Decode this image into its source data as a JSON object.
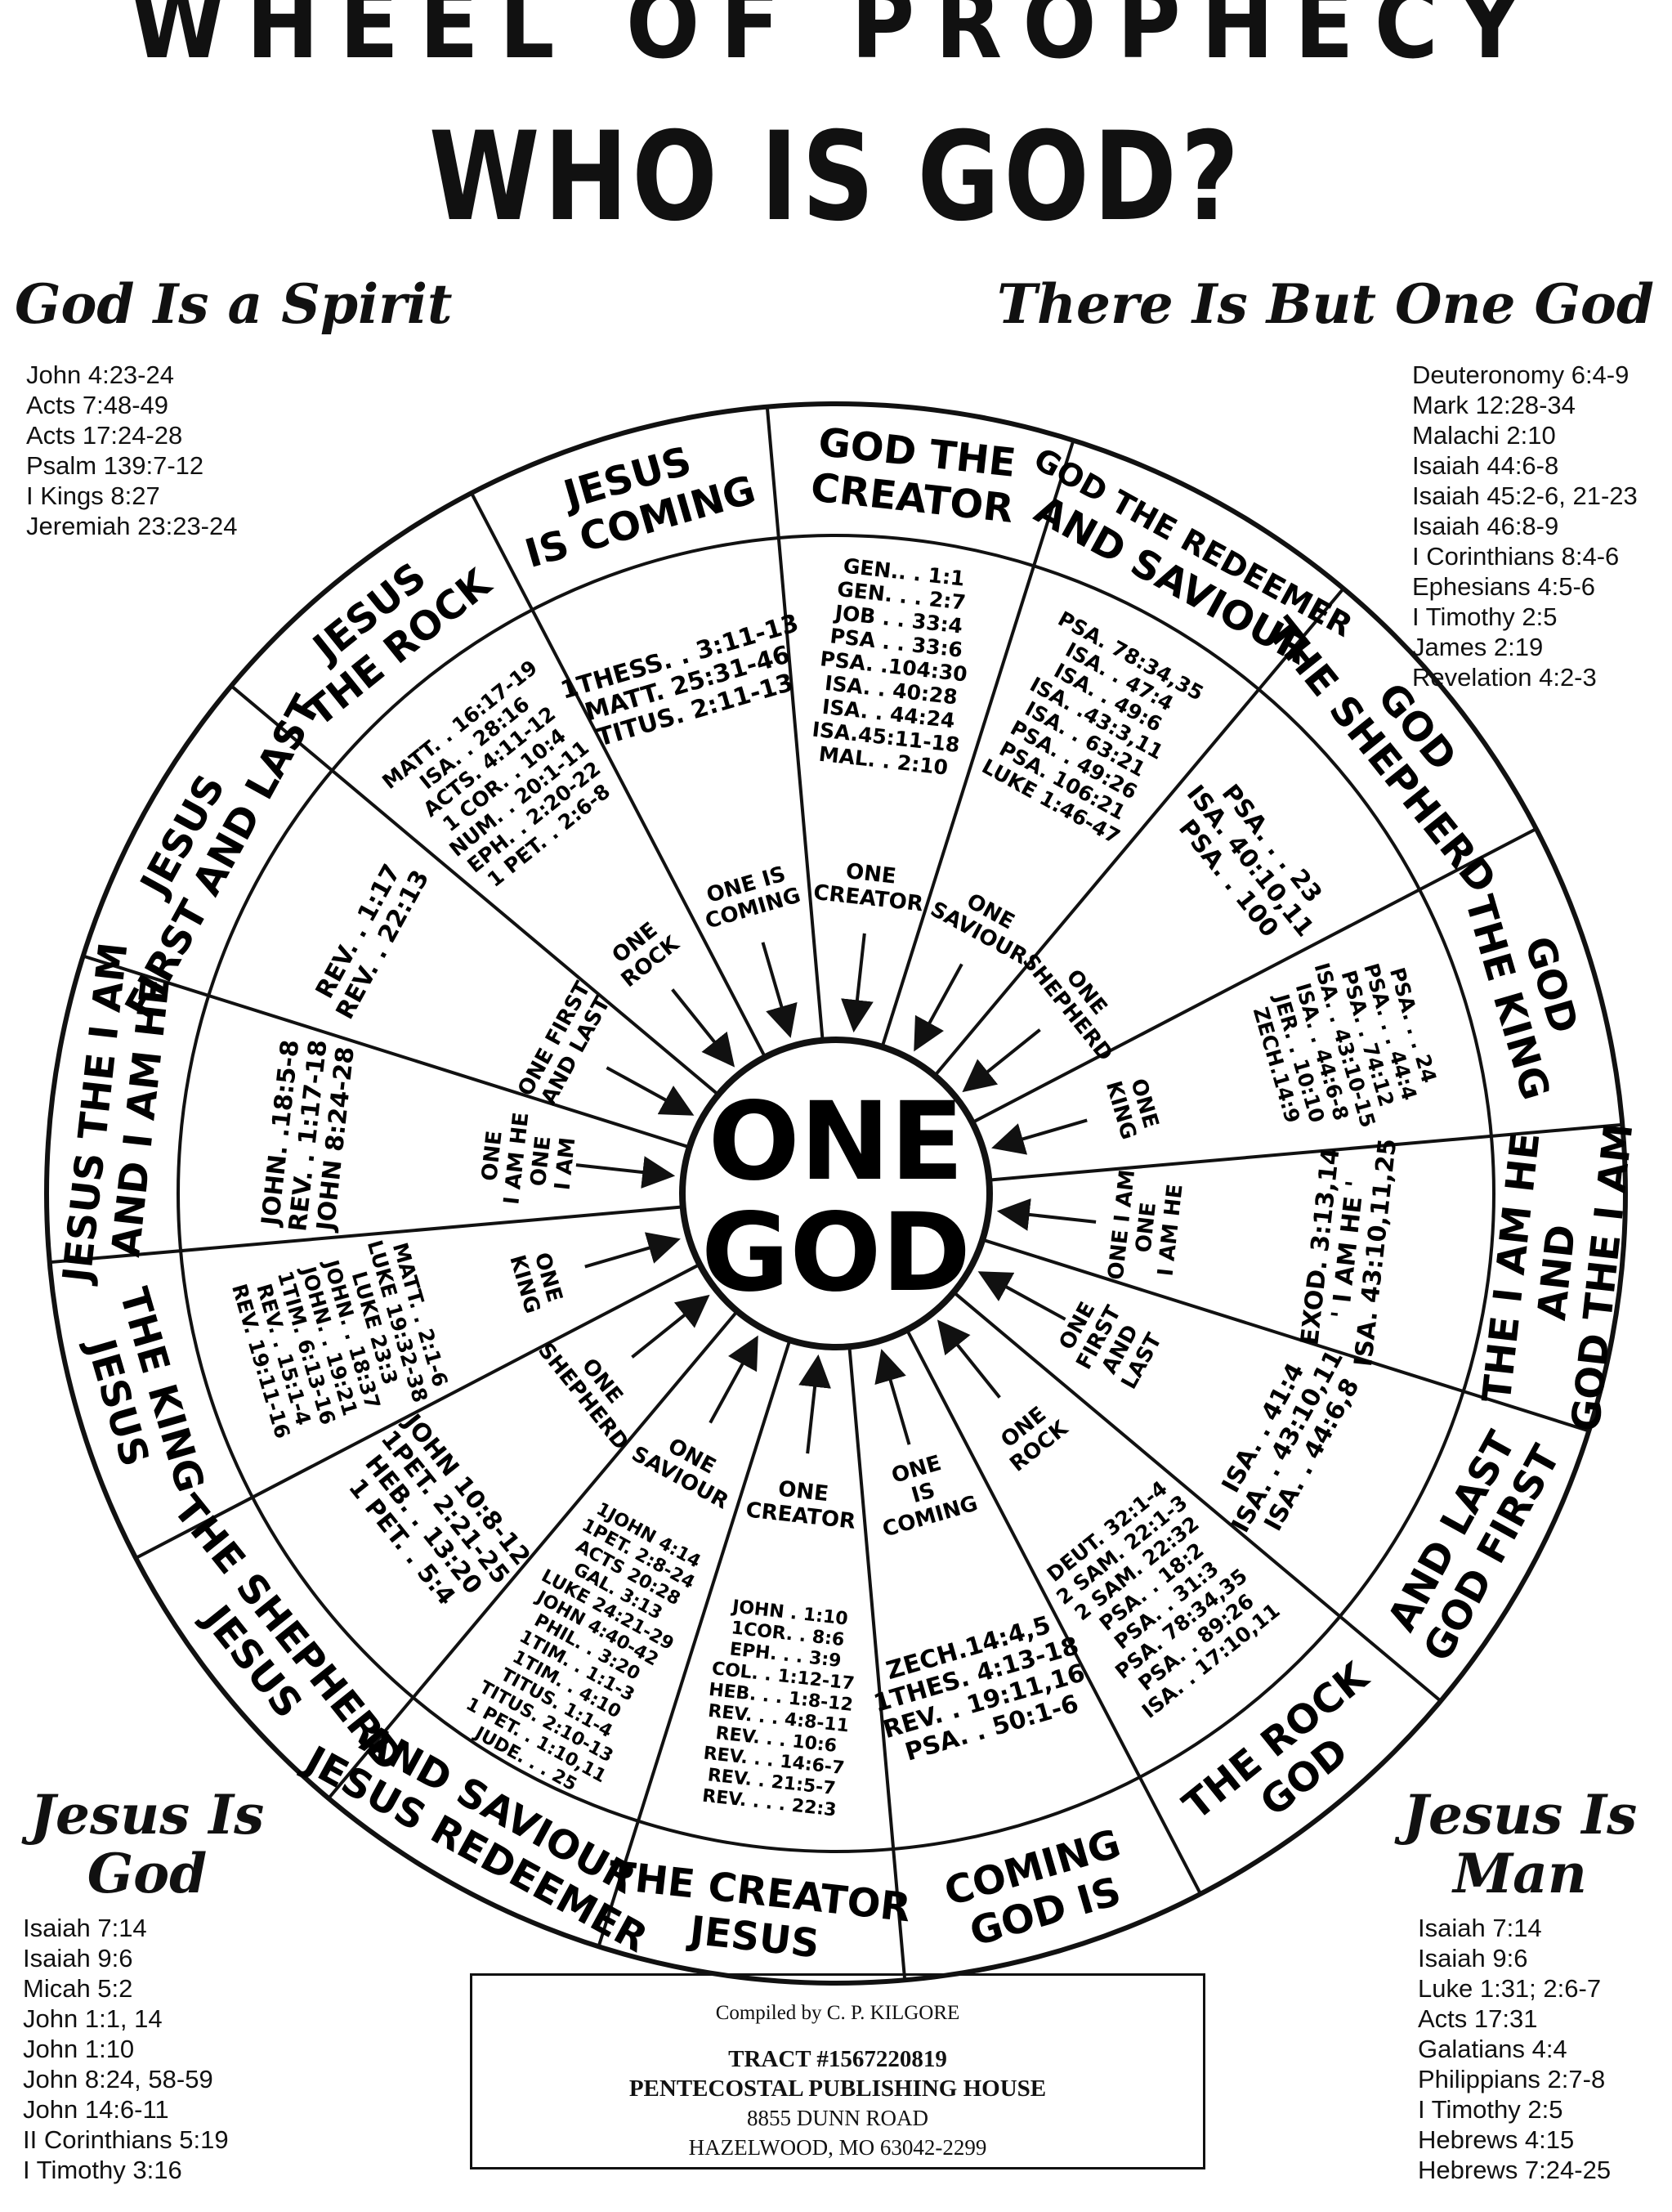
{
  "title": "WHEEL OF PROPHECY",
  "subtitle": "WHO IS GOD?",
  "corners": {
    "top_left": {
      "heading": "God Is a Spirit",
      "refs": [
        "John 4:23-24",
        "Acts 7:48-49",
        "Acts 17:24-28",
        "Psalm 139:7-12",
        "I Kings 8:27",
        "Jeremiah 23:23-24"
      ]
    },
    "top_right": {
      "heading": "There Is But One God",
      "refs": [
        "Deuteronomy 6:4-9",
        "Mark 12:28-34",
        "Malachi 2:10",
        "Isaiah 44:6-8",
        "Isaiah 45:2-6, 21-23",
        "Isaiah 46:8-9",
        "I Corinthians 8:4-6",
        "Ephesians 4:5-6",
        "I Timothy 2:5",
        "James 2:19",
        "Revelation 4:2-3"
      ]
    },
    "bottom_left": {
      "heading_1": "Jesus Is",
      "heading_2": "God",
      "refs": [
        "Isaiah 7:14",
        "Isaiah 9:6",
        "Micah 5:2",
        "John 1:1, 14",
        "John 1:10",
        "John 8:24, 58-59",
        "John 14:6-11",
        "II Corinthians 5:19",
        "I Timothy 3:16"
      ]
    },
    "bottom_right": {
      "heading_1": "Jesus Is",
      "heading_2": "Man",
      "refs": [
        "Isaiah 7:14",
        "Isaiah 9:6",
        "Luke 1:31; 2:6-7",
        "Acts 17:31",
        "Galatians 4:4",
        "Philippians 2:7-8",
        "I Timothy 2:5",
        "Hebrews 4:15",
        "Hebrews 7:24-25"
      ]
    }
  },
  "center": {
    "line1": "ONE",
    "line2": "GOD"
  },
  "segments": [
    {
      "outer": [
        "GOD THE",
        "CREATOR"
      ],
      "inner": [
        "GEN.. . 1:1",
        "GEN. . . 2:7",
        "JOB . . 33:4",
        "PSA . . 33:6",
        "PSA. .104:30",
        "ISA. . 40:28",
        "ISA. . 44:24",
        "ISA.45:11-18",
        "MAL. . 2:10"
      ],
      "pointer": [
        "ONE",
        "CREATOR"
      ]
    },
    {
      "outer": [
        "GOD THE REDEEMER",
        "AND SAVIOUR"
      ],
      "inner": [
        "PSA. 78:34,35",
        "ISA. . 47:4",
        "ISA. . 49:6",
        "ISA. .43:3,11",
        "ISA. . 63:21",
        "PSA. . 49:26",
        "PSA. 106:21",
        "LUKE 1:46-47"
      ],
      "pointer": [
        "ONE",
        "SAVIOUR"
      ]
    },
    {
      "outer": [
        "GOD",
        "THE SHEPHERD"
      ],
      "inner": [
        "PSA. . . 23",
        "ISA. 40:10,11",
        "PSA. . 100"
      ],
      "pointer": [
        "ONE",
        "SHEPHERD"
      ]
    },
    {
      "outer": [
        "GOD",
        "THE KING"
      ],
      "inner": [
        "PSA. . . 24",
        "PSA. . . 44:4",
        "PSA. . 74:12",
        "ISA. . 43:10-15",
        "ISA. . 44:6-8",
        "JER. . 10:10",
        "ZECH.14:9"
      ],
      "pointer": [
        "ONE",
        "KING"
      ]
    },
    {
      "outer": [
        "GOD THE I AM",
        "AND",
        "THE I AM HE"
      ],
      "inner": [
        "EXOD. 3:13,14",
        "' I AM HE '",
        "ISA. 43:10,11,25"
      ],
      "pointer": [
        "ONE I AM",
        "ONE",
        "I AM HE"
      ]
    },
    {
      "outer": [
        "GOD FIRST",
        "AND LAST"
      ],
      "inner": [
        "ISA. . 41:4",
        "ISA. . 43:10,11",
        "ISA. . 44:6,8"
      ],
      "pointer": [
        "ONE",
        "FIRST",
        "AND",
        "LAST"
      ]
    },
    {
      "outer": [
        "GOD",
        "THE ROCK"
      ],
      "inner": [
        "DEUT. 32:1-4",
        "2 SAM. 22:1-3",
        "2 SAM. 22:32",
        "PSA. . 18:2",
        "PSA. . 31:3",
        "PSA. 78:34,35",
        "PSA. . 89:26",
        "ISA. . 17:10,11"
      ],
      "pointer": [
        "ONE",
        "ROCK"
      ]
    },
    {
      "outer": [
        "GOD IS",
        "COMING"
      ],
      "inner": [
        "ZECH.14:4,5",
        "1THES. 4:13-18",
        "REV. . 19:11,16",
        "PSA. . 50:1-6"
      ],
      "pointer": [
        "ONE",
        "IS",
        "COMING"
      ]
    },
    {
      "outer": [
        "JESUS",
        "THE CREATOR"
      ],
      "inner": [
        "JOHN . 1:10",
        "1COR. . 8:6",
        "EPH. . . 3:9",
        "COL. . 1:12-17",
        "HEB. . . 1:8-12",
        "REV. . . 4:8-11",
        "REV. . . 10:6",
        "REV. . . 14:6-7",
        "REV. . 21:5-7",
        "REV. . . . 22:3"
      ],
      "pointer": [
        "ONE",
        "CREATOR"
      ]
    },
    {
      "outer": [
        "JESUS REDEEMER",
        "AND SAVIOUR"
      ],
      "inner": [
        "1JOHN 4:14",
        "1PET. 2:8-24",
        "ACTS 20:28",
        "GAL. 3:13",
        "LUKE 24:21-29",
        "JOHN 4:40-42",
        "PHIL. . 3:20",
        "1TIM. . 1:1-3",
        "1TIM. . 4:10",
        "TITUS. 1:1-4",
        "TITUS. 2:10-13",
        "1 PET. . 1:10,11",
        "JUDE. . . 25"
      ],
      "pointer": [
        "ONE",
        "SAVIOUR"
      ]
    },
    {
      "outer": [
        "JESUS",
        "THE SHEPHERD"
      ],
      "inner": [
        "JOHN 10:8-12",
        "1PET. 2:21-25",
        "HEB. . 13:20",
        "1 PET. . 5:4"
      ],
      "pointer": [
        "ONE",
        "SHEPHERD"
      ]
    },
    {
      "outer": [
        "JESUS",
        "THE KING"
      ],
      "inner": [
        "MATT. . 2:1-6",
        "LUKE 19:32-38",
        "LUKE 23:3",
        "JOHN. . 18:37",
        "JOHN. . 19:21",
        "1TIM. 6:13-16",
        "REV. . 15:1-4",
        "REV. 19:11-16"
      ],
      "pointer": [
        "ONE",
        "KING"
      ]
    },
    {
      "outer": [
        "JESUS THE I AM",
        "AND I AM HE"
      ],
      "inner": [
        "JOHN. .18:5-8",
        "REV. . 1:17-18",
        "JOHN 8:24-28"
      ],
      "pointer": [
        "ONE",
        "I AM HE",
        "ONE",
        "I AM"
      ]
    },
    {
      "outer": [
        "JESUS",
        "FIRST AND LAST"
      ],
      "inner": [
        "REV. . 1:17",
        "REV. . 22:13"
      ],
      "pointer": [
        "ONE FIRST",
        "AND LAST"
      ]
    },
    {
      "outer": [
        "JESUS",
        "THE ROCK"
      ],
      "inner": [
        "MATT. . 16:17-19",
        "ISA. . 28:16",
        "ACTS. 4:11-12",
        "1 COR. . 10:4",
        "NUM. . 20:1-11",
        "EPH. . 2:20-22",
        "1 PET. . 2:6-8"
      ],
      "pointer": [
        "ONE",
        "ROCK"
      ]
    },
    {
      "outer": [
        "JESUS",
        "IS COMING"
      ],
      "inner": [
        "1THESS. . 3:11-13",
        "MATT. 25:31-46",
        "TITUS. 2:11-13"
      ],
      "pointer": [
        "ONE IS",
        "COMING"
      ]
    }
  ],
  "credit": {
    "compiled_by": "Compiled by C. P. KILGORE",
    "tract": "TRACT #1567220819",
    "publisher": "PENTECOSTAL PUBLISHING HOUSE",
    "street": "8855 DUNN ROAD",
    "city": "HAZELWOOD, MO 63042-2299"
  }
}
